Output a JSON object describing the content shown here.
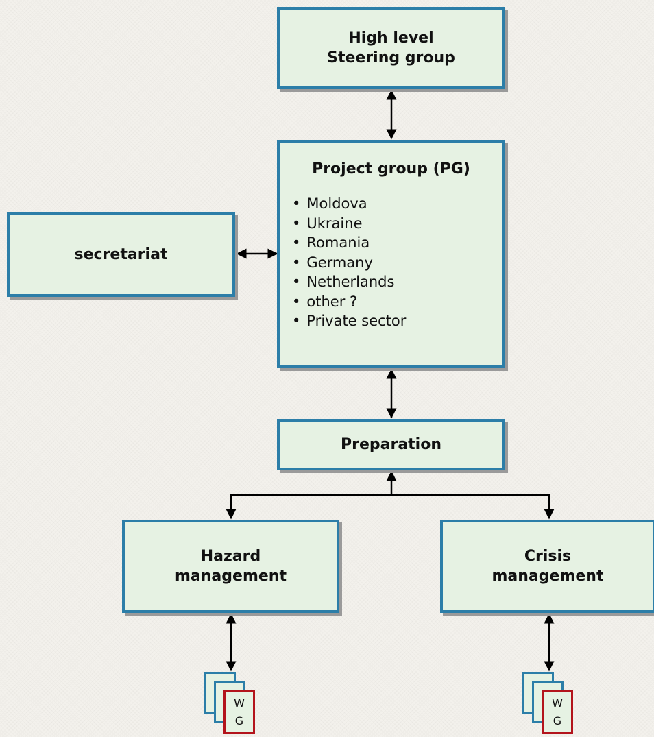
{
  "diagram": {
    "steering_group": {
      "title": "High level\nSteering group"
    },
    "project_group": {
      "title": "Project group (PG)",
      "members": [
        "Moldova",
        "Ukraine",
        "Romania",
        "Germany",
        "Netherlands",
        "other ?",
        "Private sector"
      ]
    },
    "secretariat": {
      "title": "secretariat"
    },
    "preparation": {
      "title": "Preparation"
    },
    "hazard_management": {
      "title": "Hazard\nmanagement"
    },
    "crisis_management": {
      "title": "Crisis\nmanagement"
    },
    "working_group_label": "W\nG"
  },
  "colors": {
    "box_fill": "#e6f2e3",
    "box_border": "#2c7ea8",
    "wg_border": "#b3141c",
    "connector": "#000000"
  }
}
